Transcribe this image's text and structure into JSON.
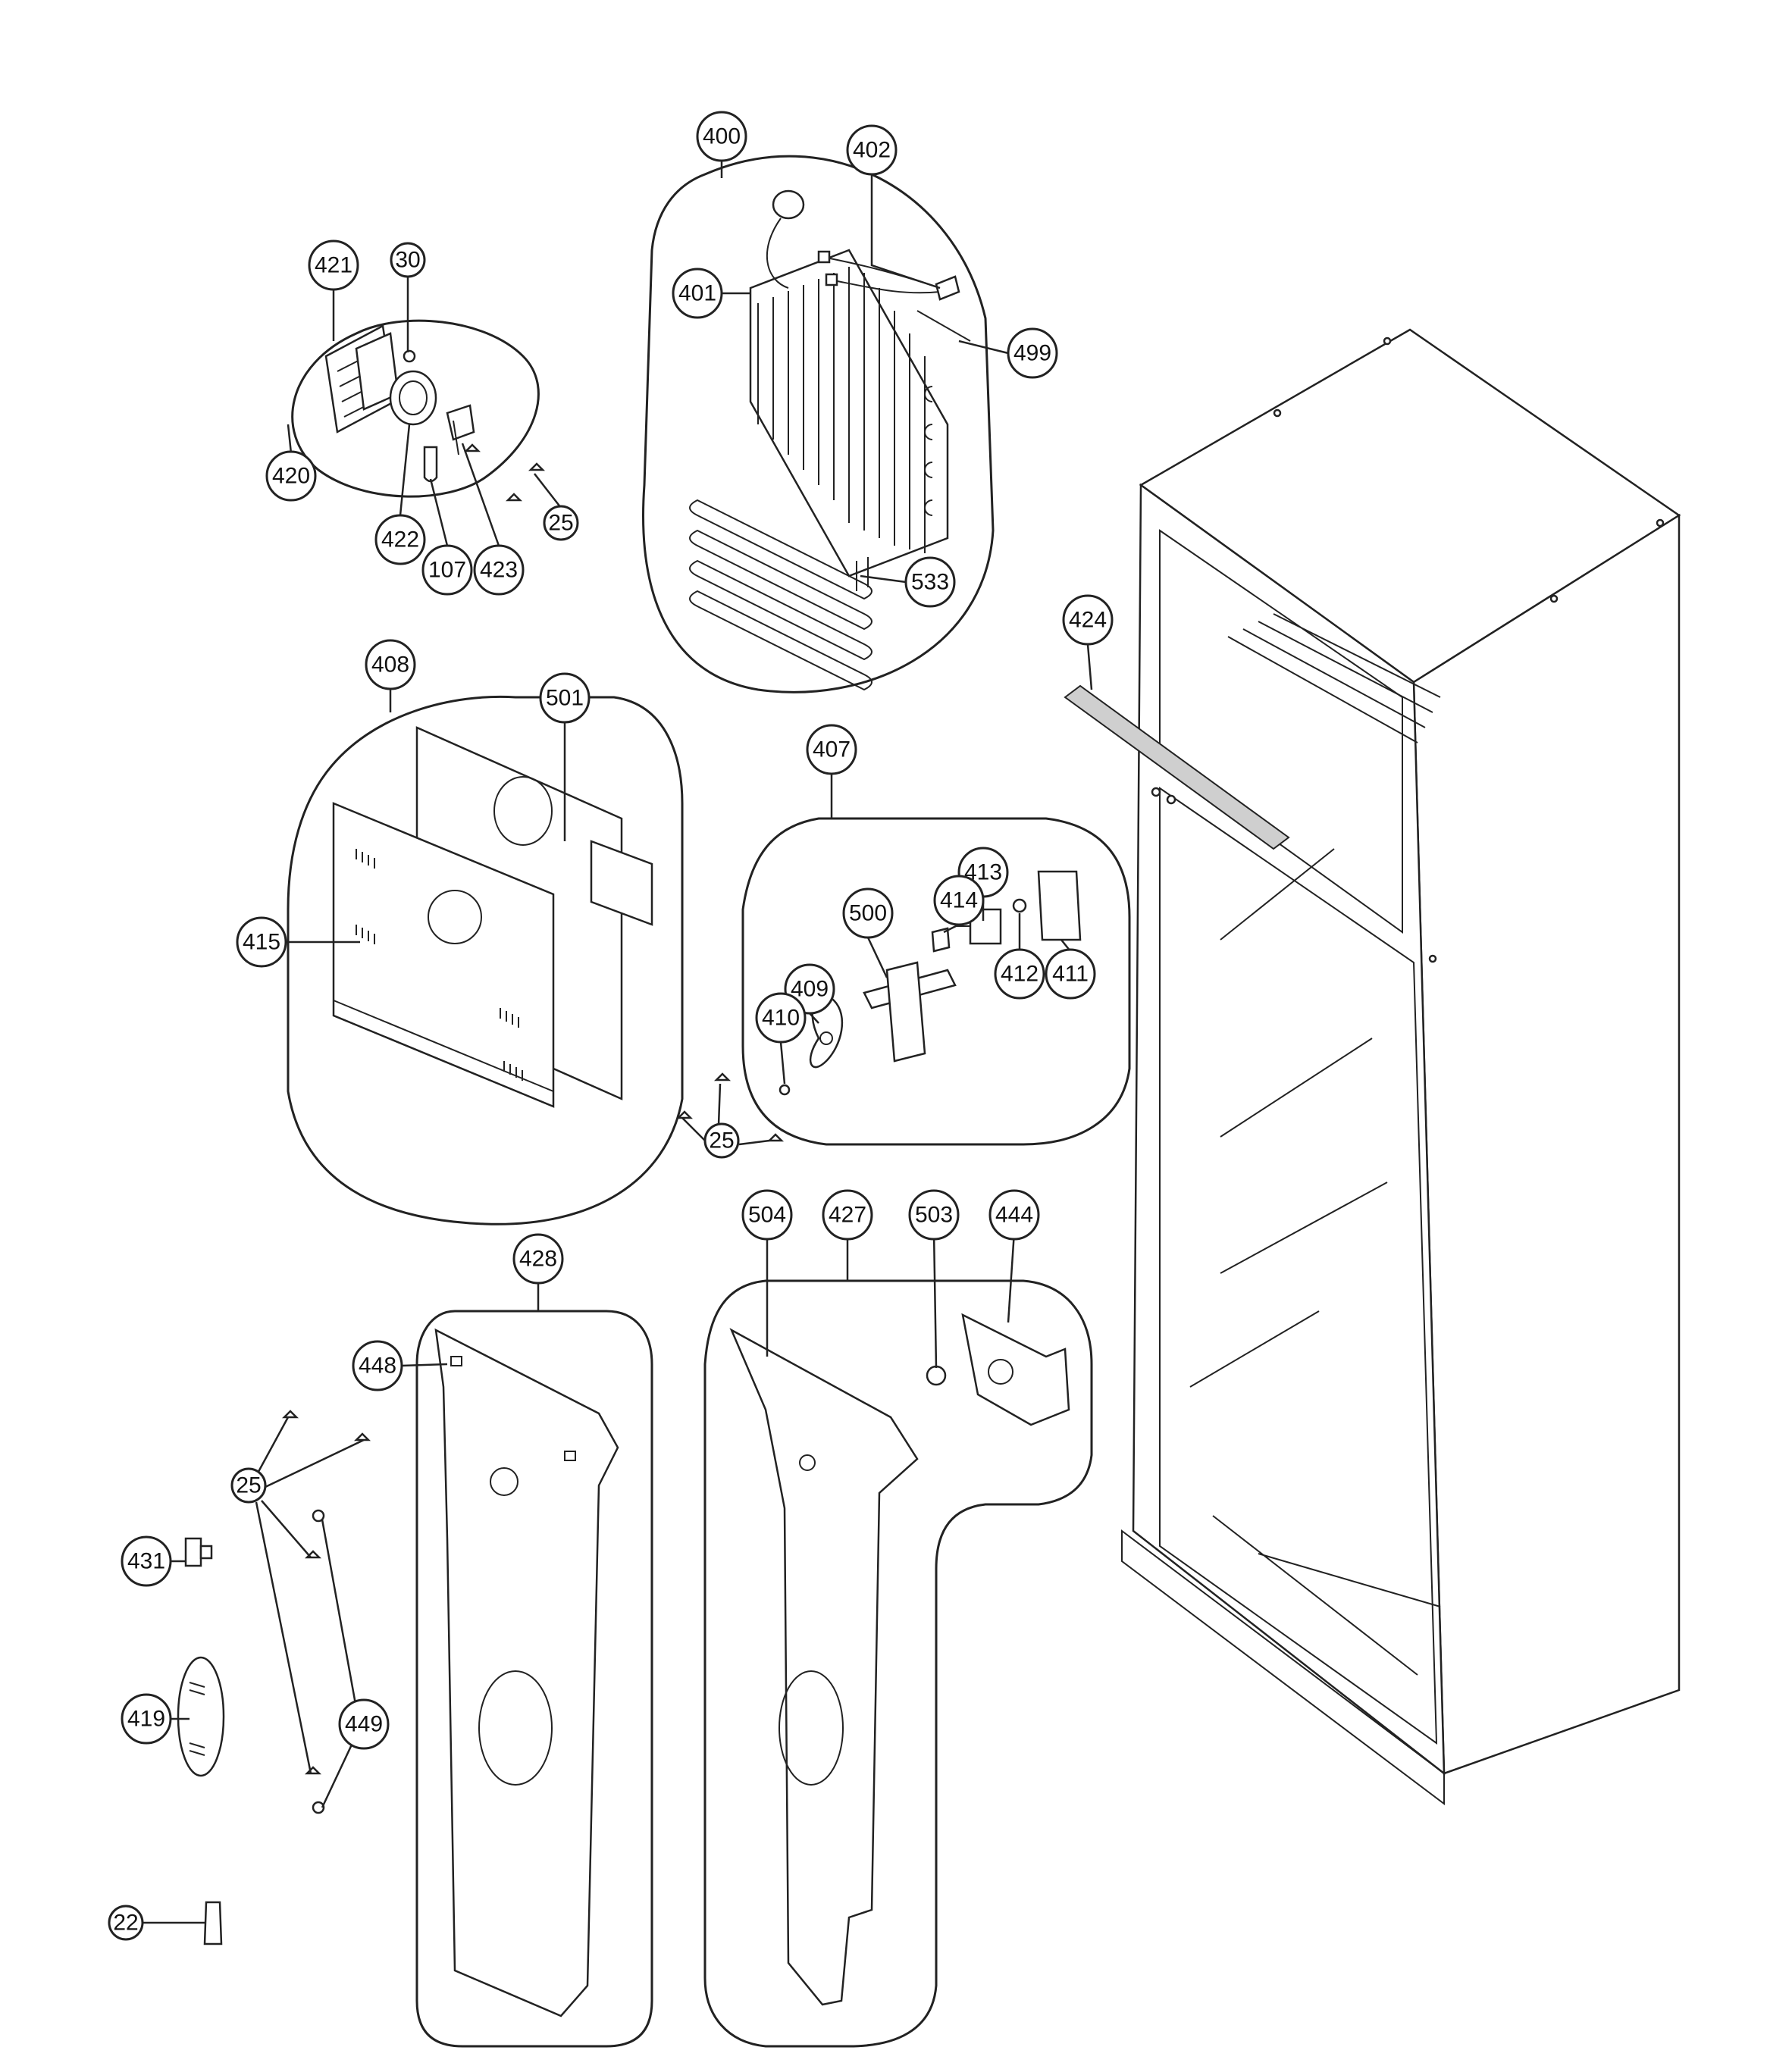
{
  "callouts": {
    "c400": "400",
    "c402": "402",
    "c401": "401",
    "c499": "499",
    "c533": "533",
    "c421": "421",
    "c30": "30",
    "c420": "420",
    "c422": "422",
    "c107": "107",
    "c423": "423",
    "c25a": "25",
    "c408": "408",
    "c501": "501",
    "c415": "415",
    "c407": "407",
    "c413": "413",
    "c414": "414",
    "c500": "500",
    "c409": "409",
    "c410": "410",
    "c412": "412",
    "c411": "411",
    "c25b": "25",
    "c424": "424",
    "c428": "428",
    "c448": "448",
    "c504": "504",
    "c427": "427",
    "c503": "503",
    "c444": "444",
    "c25c": "25",
    "c431": "431",
    "c419": "419",
    "c449": "449",
    "c22": "22"
  },
  "colors": {
    "line": "#222222",
    "background": "#ffffff",
    "shade": "#cfcfcf"
  }
}
